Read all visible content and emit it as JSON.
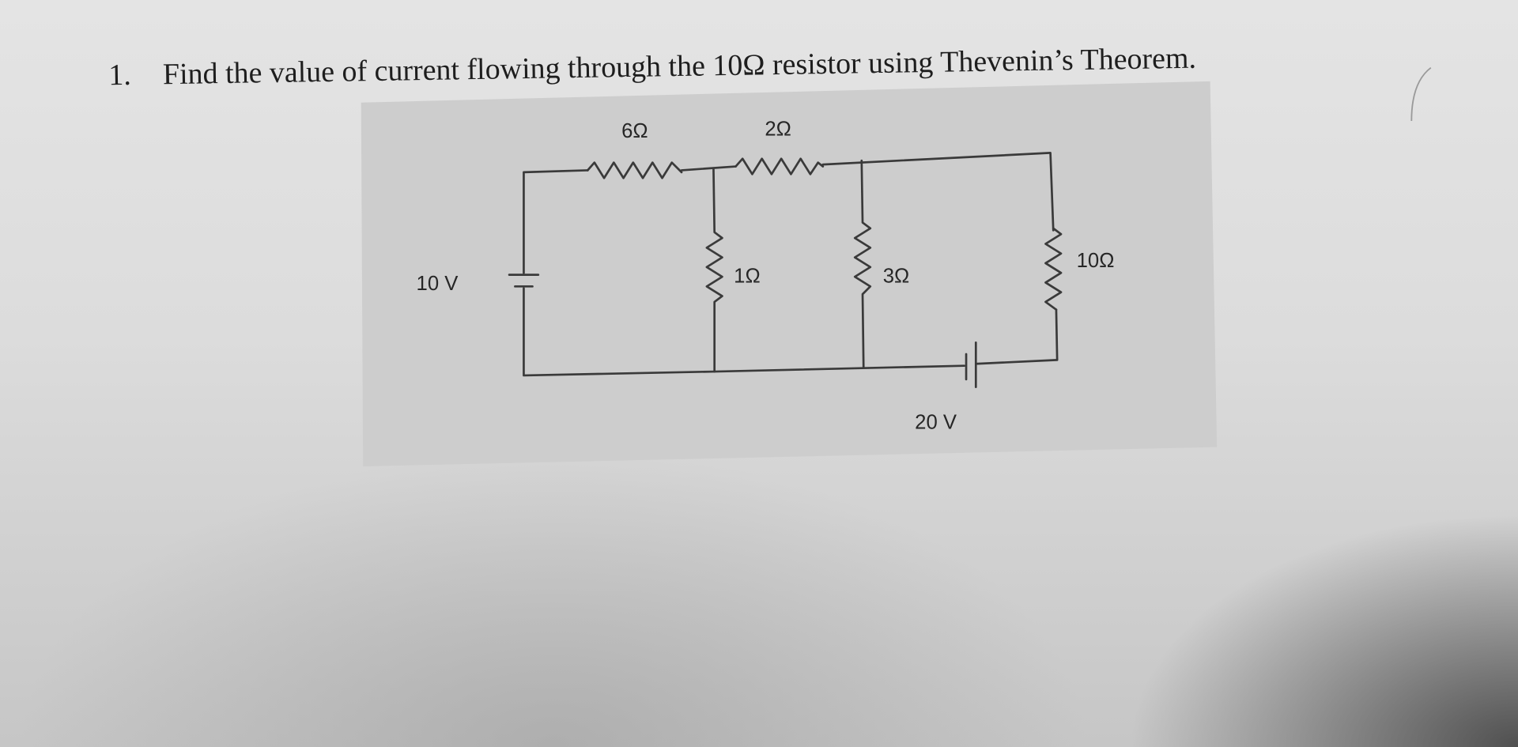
{
  "question": {
    "number": "1.",
    "text": "Find the value of current flowing through the 10Ω resistor using Thevenin’s Theorem."
  },
  "circuit": {
    "source_left": "10 V",
    "source_bottom": "20 V",
    "resistors": {
      "r_top_left": "6Ω",
      "r_top_right": "2Ω",
      "r_shunt_1": "1Ω",
      "r_shunt_2": "3Ω",
      "r_load": "10Ω"
    }
  },
  "colors": {
    "paper": "#dcdcdc",
    "figure_bg": "#cdcdcd",
    "ink": "#262626"
  }
}
